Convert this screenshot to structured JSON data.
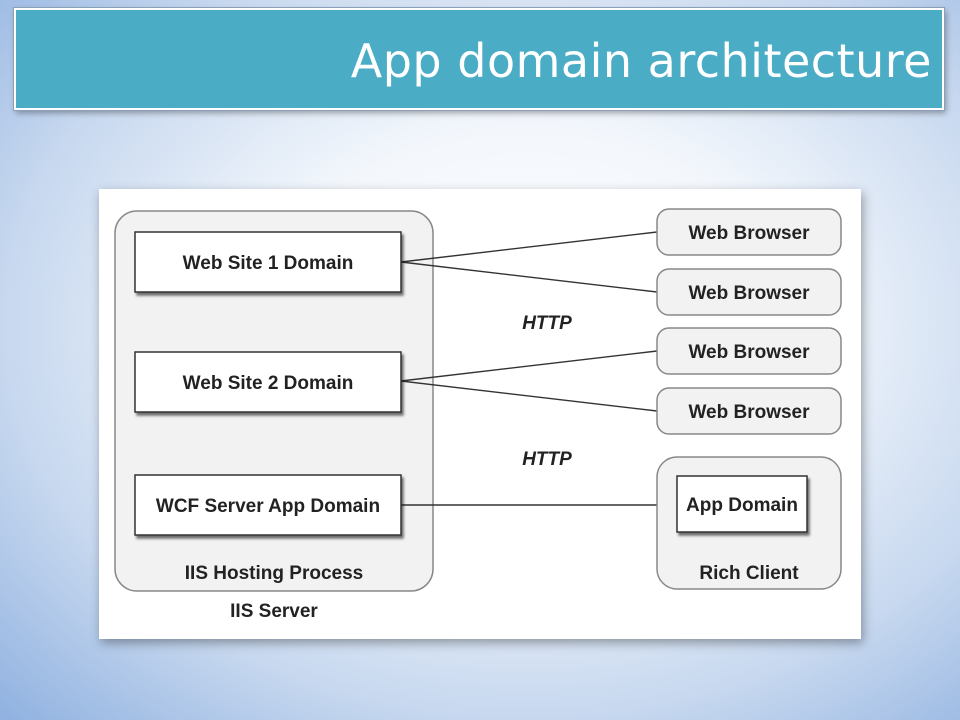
{
  "header": {
    "title": "App domain architecture"
  },
  "diagram": {
    "server_label": "IIS Server",
    "hosting_process_label": "IIS Hosting Process",
    "domains": [
      "Web Site 1 Domain",
      "Web Site 2 Domain",
      "WCF Server App Domain"
    ],
    "browsers": [
      "Web Browser",
      "Web Browser",
      "Web Browser",
      "Web Browser"
    ],
    "http_labels": [
      "HTTP",
      "HTTP"
    ],
    "rich_client_label": "Rich Client",
    "client_domain_label": "App Domain"
  },
  "colors": {
    "title_bar": "#4aacc5",
    "box_fill": "#ffffff",
    "group_fill": "#f2f2f2",
    "stroke": "#333333"
  }
}
